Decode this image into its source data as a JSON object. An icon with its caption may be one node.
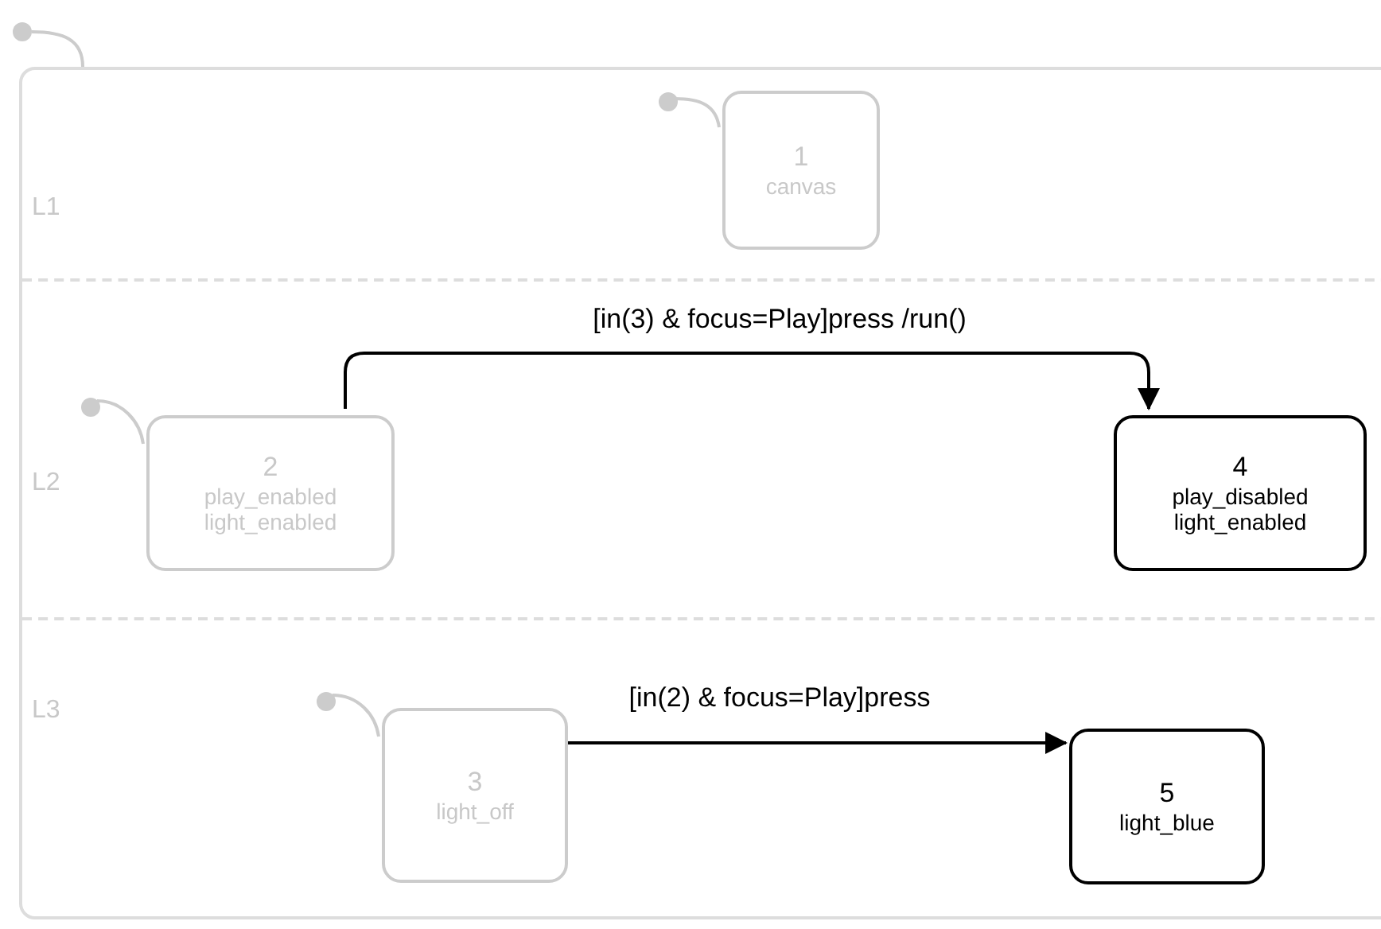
{
  "diagram": {
    "nodes": [
      {
        "text": [],
        "shape": "box"
      },
      {
        "text": [
          "L1"
        ],
        "in": 0
      },
      {
        "text": [
          "1",
          "canvas"
        ],
        "in": 1
      },
      {
        "text": [
          "L2"
        ],
        "in": 0
      },
      {
        "text": [
          "2",
          "play_enabled light_enabled"
        ],
        "in": 3
      },
      {
        "text": [
          "4",
          "play_disabled light_enabled"
        ],
        "in": 3
      },
      {
        "text": [
          "L3"
        ],
        "in": 0
      },
      {
        "text": [
          "3",
          "light_off"
        ],
        "in": 6
      },
      {
        "text": [
          "5",
          "light_blue"
        ],
        "in": 6
      },
      {
        "text": [],
        "shape": "circle"
      },
      {
        "text": [],
        "shape": "circle",
        "in": 1
      },
      {
        "text": [],
        "shape": "circle",
        "in": 3
      },
      {
        "text": [],
        "shape": "circle",
        "in": 6
      }
    ],
    "edges": [
      {
        "from": 9,
        "to": 0,
        "arrow": "none"
      },
      {
        "from": 10,
        "to": 2,
        "arrow": "none"
      },
      {
        "from": 11,
        "to": 4,
        "arrow": "none"
      },
      {
        "from": 12,
        "to": 7,
        "arrow": "none"
      },
      {
        "from": 4,
        "to": 5,
        "arrow": "to",
        "label": "[in(3) & focus=Play]press /run()",
        "color": "#000000"
      },
      {
        "from": 7,
        "to": 8,
        "arrow": "to",
        "label": "[in(2) & focus=Play]press",
        "color": "#000000"
      }
    ]
  }
}
